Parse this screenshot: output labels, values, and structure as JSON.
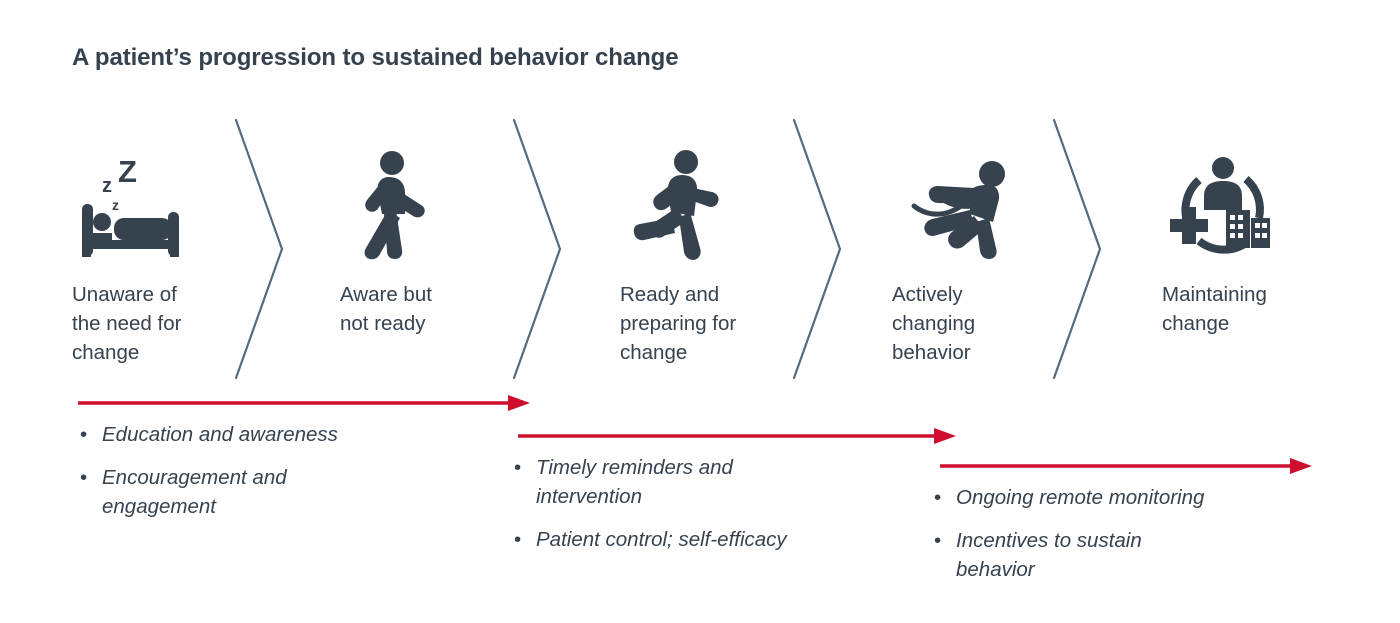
{
  "title": "A patient’s progression to sustained behavior change",
  "colors": {
    "ink": "#36424E",
    "chevron": "#536B7E",
    "arrow_red": "#CE0E2D",
    "background": "#FFFFFF"
  },
  "stages": [
    {
      "icon": "person-sleeping-in-bed-icon",
      "label": "Unaware of\nthe need for\nchange"
    },
    {
      "icon": "person-walking-icon",
      "label": "Aware but\nnot ready"
    },
    {
      "icon": "person-running-icon",
      "label": "Ready and\npreparing for\nchange"
    },
    {
      "icon": "person-crossing-finish-line-icon",
      "label": "Actively\nchanging\nbehavior"
    },
    {
      "icon": "care-continuum-circle-icon",
      "label": "Maintaining\nchange"
    }
  ],
  "interventions": [
    {
      "arrow": "red-arrow-right",
      "bullets": [
        "Education and awareness",
        "Encouragement and\nengagement"
      ]
    },
    {
      "arrow": "red-arrow-right",
      "bullets": [
        " Timely reminders and\nintervention",
        "Patient control; self-efficacy"
      ]
    },
    {
      "arrow": "red-arrow-right",
      "bullets": [
        "Ongoing remote monitoring",
        "Incentives to sustain\nbehavior"
      ]
    }
  ]
}
